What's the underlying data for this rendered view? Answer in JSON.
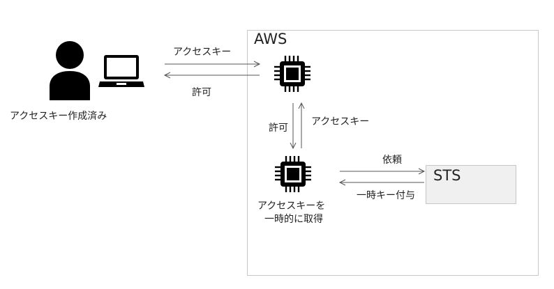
{
  "user": {
    "label": "アクセスキー作成済み",
    "icon": "user-icon",
    "device_icon": "laptop-icon"
  },
  "aws": {
    "title": "AWS"
  },
  "sts": {
    "title": "STS"
  },
  "chips": {
    "top": {
      "icon": "chip-icon"
    },
    "bottom": {
      "icon": "chip-icon",
      "caption_line1": "アクセスキーを",
      "caption_line2": "一時的に取得"
    }
  },
  "edges": {
    "user_to_aws": "アクセスキー",
    "aws_to_user": "許可",
    "top_to_bottom": "許可",
    "bottom_to_top": "アクセスキー",
    "chip_to_sts": "依頼",
    "sts_to_chip": "一時キー付与"
  }
}
